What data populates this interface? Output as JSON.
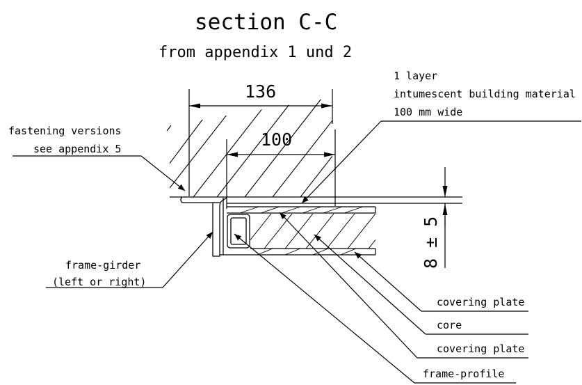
{
  "title": "section C-C",
  "subtitle": "from appendix 1 und 2",
  "dimensions": {
    "overall_width": "136",
    "strip_width": "100",
    "thickness": "8 ± 5"
  },
  "notes": {
    "layer": {
      "line1": "1 layer",
      "line2": "intumescent building material",
      "line3": "100 mm wide"
    },
    "fastening": {
      "line1": "fastening versions",
      "line2": "see appendix 5"
    },
    "frame_girder": {
      "line1": "frame-girder",
      "line2": "(left or right)"
    }
  },
  "parts": {
    "covering_plate_bottom": "covering plate",
    "core": "core",
    "covering_plate_top": "covering plate",
    "frame_profile": "frame-profile"
  },
  "colors": {
    "ink": "#000000",
    "paper": "#ffffff"
  }
}
